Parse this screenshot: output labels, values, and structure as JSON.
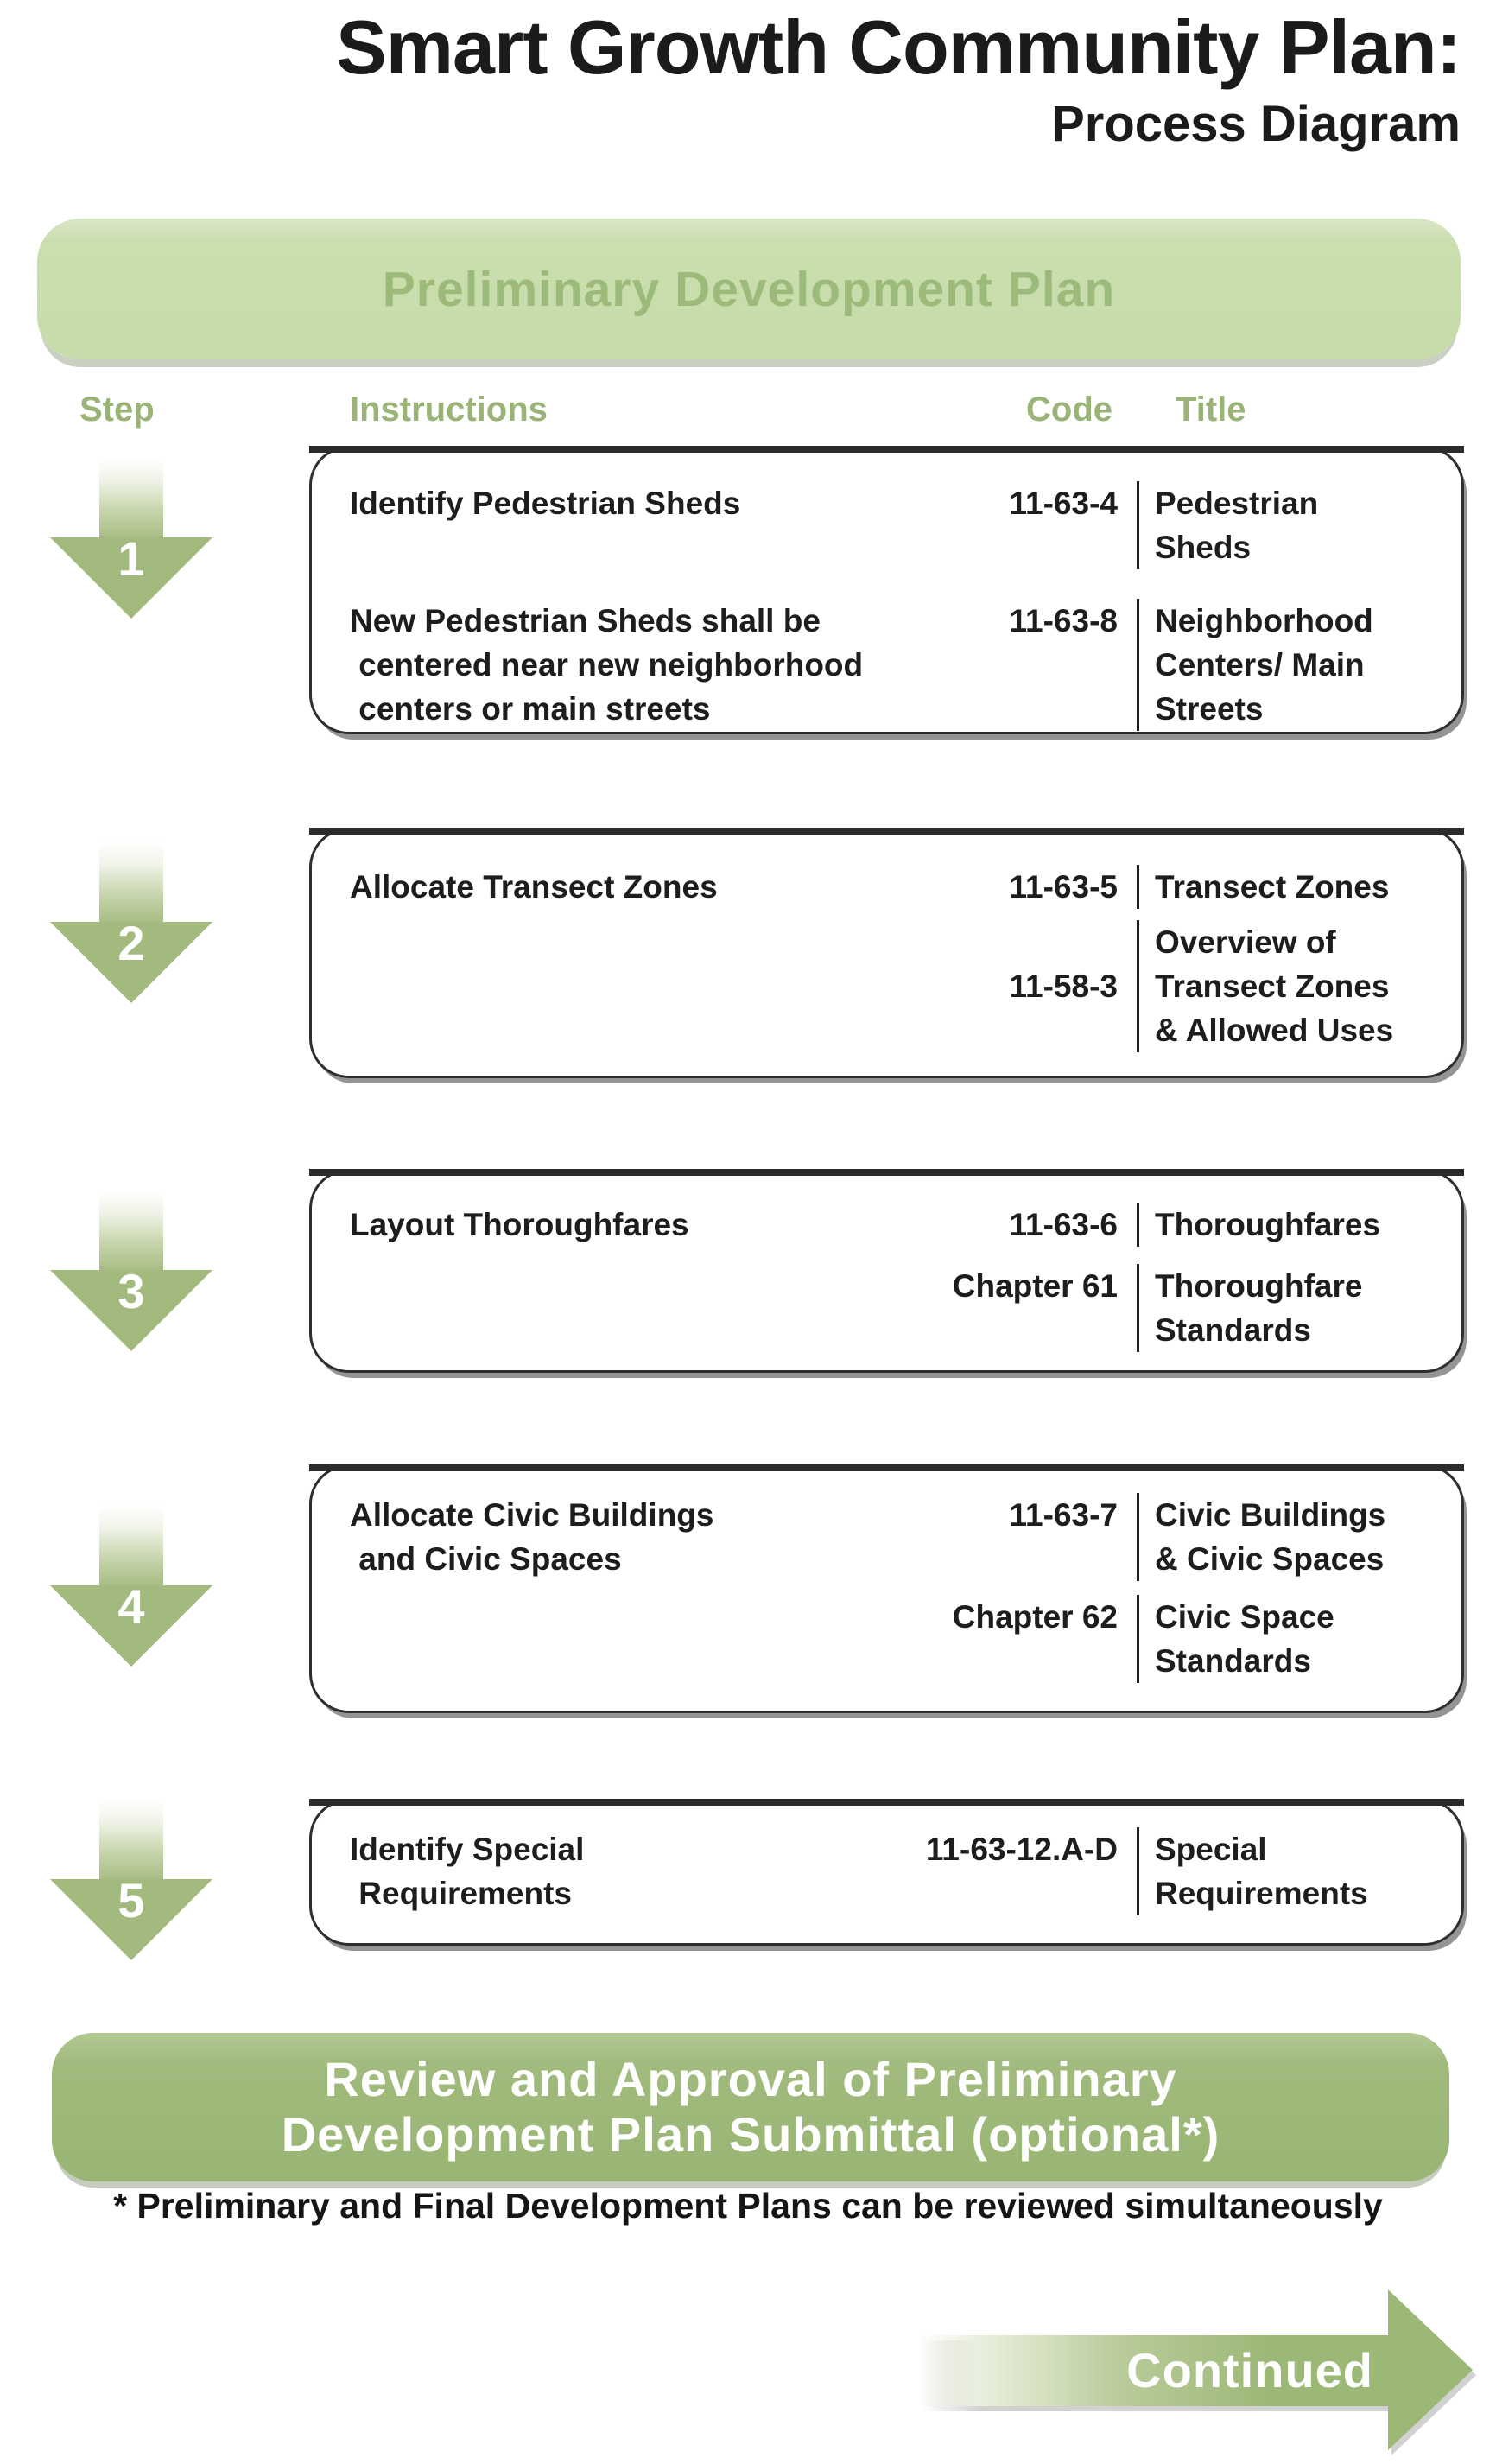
{
  "header": {
    "title": "Smart Growth Community Plan:",
    "subtitle": "Process Diagram"
  },
  "phase_banner": {
    "label": "Preliminary Development Plan"
  },
  "columns": {
    "step": "Step",
    "instructions": "Instructions",
    "code": "Code",
    "title": "Title"
  },
  "steps": [
    {
      "number": "1",
      "rows": [
        {
          "instruction": "Identify Pedestrian Sheds",
          "code": "11-63-4",
          "title": "Pedestrian\nSheds"
        },
        {
          "instruction": "New Pedestrian Sheds shall be\n centered near new neighborhood\n centers or main streets",
          "code": "11-63-8",
          "title": "Neighborhood\nCenters/ Main\nStreets"
        }
      ]
    },
    {
      "number": "2",
      "rows": [
        {
          "instruction": "Allocate Transect Zones",
          "code": "11-63-5",
          "title": "Transect Zones"
        },
        {
          "instruction": "",
          "code": "11-58-3",
          "title": "Overview of\nTransect Zones\n& Allowed Uses"
        }
      ]
    },
    {
      "number": "3",
      "rows": [
        {
          "instruction": "Layout Thoroughfares",
          "code": "11-63-6",
          "title": "Thoroughfares"
        },
        {
          "instruction": "",
          "code": "Chapter 61",
          "title": "Thoroughfare\nStandards"
        }
      ]
    },
    {
      "number": "4",
      "rows": [
        {
          "instruction": "Allocate Civic Buildings\n and Civic Spaces",
          "code": "11-63-7",
          "title": "Civic Buildings\n& Civic Spaces"
        },
        {
          "instruction": "",
          "code": "Chapter 62",
          "title": "Civic Space\nStandards"
        }
      ]
    },
    {
      "number": "5",
      "rows": [
        {
          "instruction": "Identify Special\n Requirements",
          "code": "11-63-12.A-D",
          "title": "Special\nRequirements"
        }
      ]
    }
  ],
  "review_banner": {
    "line1": "Review and Approval of Preliminary",
    "line2": "Development Plan Submittal (optional*)"
  },
  "footnote": {
    "text": "* Preliminary and Final Development Plans can be reviewed simultaneously"
  },
  "continued": {
    "label": "Continued"
  },
  "colors": {
    "accent_green": "#9cb877",
    "light_green": "#c7dcaa",
    "header_text_green": "#9ab377",
    "box_border": "#2e2e2e",
    "text": "#1d1d1b"
  }
}
